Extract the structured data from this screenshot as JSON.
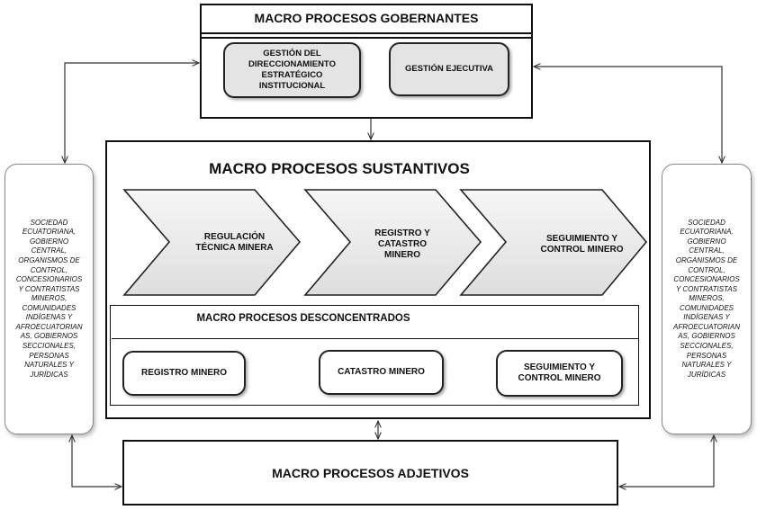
{
  "governing": {
    "title": "MACRO PROCESOS GOBERNANTES",
    "box1": "GESTIÓN DEL DIRECCIONAMIENTO ESTRATÉGICO INSTITUCIONAL",
    "box2": "GESTIÓN EJECUTIVA"
  },
  "substantive": {
    "title": "MACRO PROCESOS SUSTANTIVOS",
    "chevrons": [
      "REGULACIÓN TÉCNICA MINERA",
      "REGISTRO Y CATASTRO MINERO",
      "SEGUIMIENTO Y CONTROL MINERO"
    ]
  },
  "deconcentrated": {
    "title": "MACRO PROCESOS DESCONCENTRADOS",
    "boxes": [
      "REGISTRO MINERO",
      "CATASTRO MINERO",
      "SEGUIMIENTO Y CONTROL MINERO"
    ]
  },
  "adjective": {
    "title": "MACRO PROCESOS ADJETIVOS"
  },
  "stakeholders": {
    "left": "SOCIEDAD ECUATORIANA, GOBIERNO CENTRAL, ORGANISMOS DE CONTROL, CONCESIONARIOS Y CONTRATISTAS MINEROS, COMUNIDADES INDÍGENAS Y AFROECUATORIAN AS, GOBIERNOS SECCIONALES, PERSONAS NATURALES Y JURÍDICAS",
    "right": "SOCIEDAD ECUATORIANA, GOBIERNO CENTRAL, ORGANISMOS DE CONTROL, CONCESIONARIOS Y CONTRATISTAS MINEROS, COMUNIDADES INDÍGENAS Y AFROECUATORIAN AS, GOBIERNOS SECCIONALES, PERSONAS NATURALES Y JURÍDICAS"
  }
}
